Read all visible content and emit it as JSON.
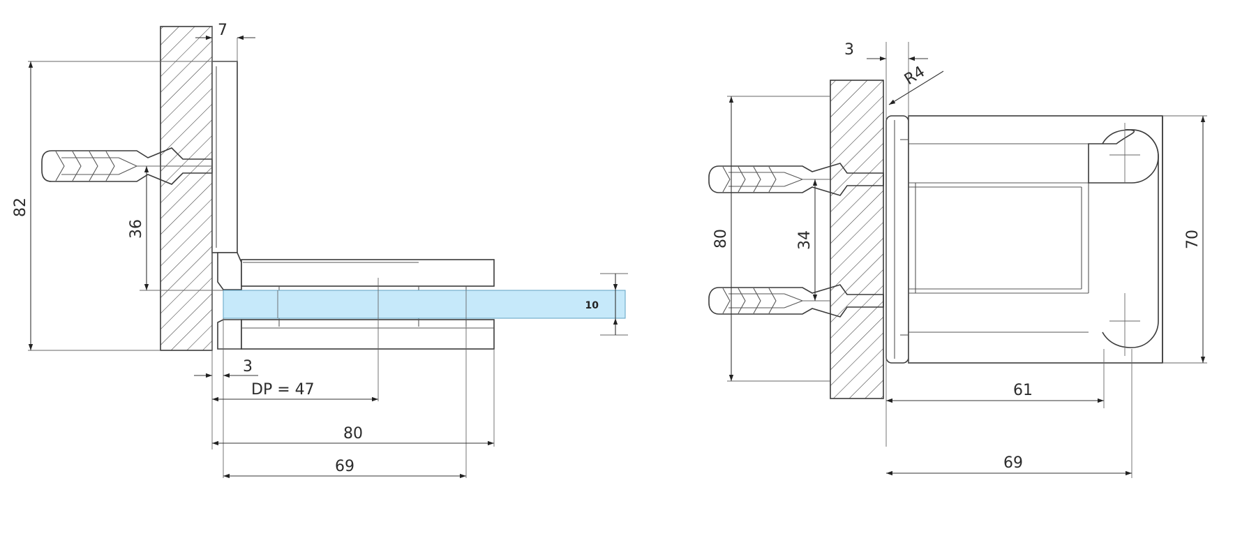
{
  "left_view": {
    "dims": {
      "d7": "7",
      "d82": "82",
      "d36": "36",
      "d3": "3",
      "dp": "DP = 47",
      "d80": "80",
      "d69": "69",
      "glass_thickness": "10"
    }
  },
  "right_view": {
    "dims": {
      "d3": "3",
      "r4": "R4",
      "d80": "80",
      "d34": "34",
      "d70": "70",
      "d61": "61",
      "d69": "69"
    }
  },
  "colors": {
    "glass": "#c6e9fa",
    "line": "#3a3a3a"
  }
}
